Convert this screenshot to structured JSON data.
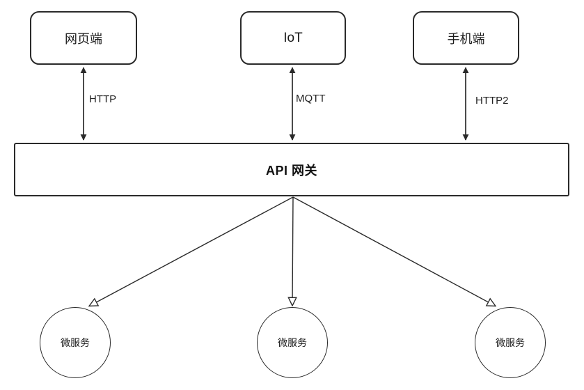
{
  "diagram": {
    "clients": [
      {
        "label": "网页端",
        "protocol": "HTTP"
      },
      {
        "label": "IoT",
        "protocol": "MQTT"
      },
      {
        "label": "手机端",
        "protocol": "HTTP2"
      }
    ],
    "gateway_label": "API 网关",
    "services": [
      {
        "label": "微服务"
      },
      {
        "label": "微服务"
      },
      {
        "label": "微服务"
      }
    ],
    "colors": {
      "stroke": "#2a2a2a",
      "background": "#ffffff",
      "text": "#1a1a1a"
    }
  }
}
